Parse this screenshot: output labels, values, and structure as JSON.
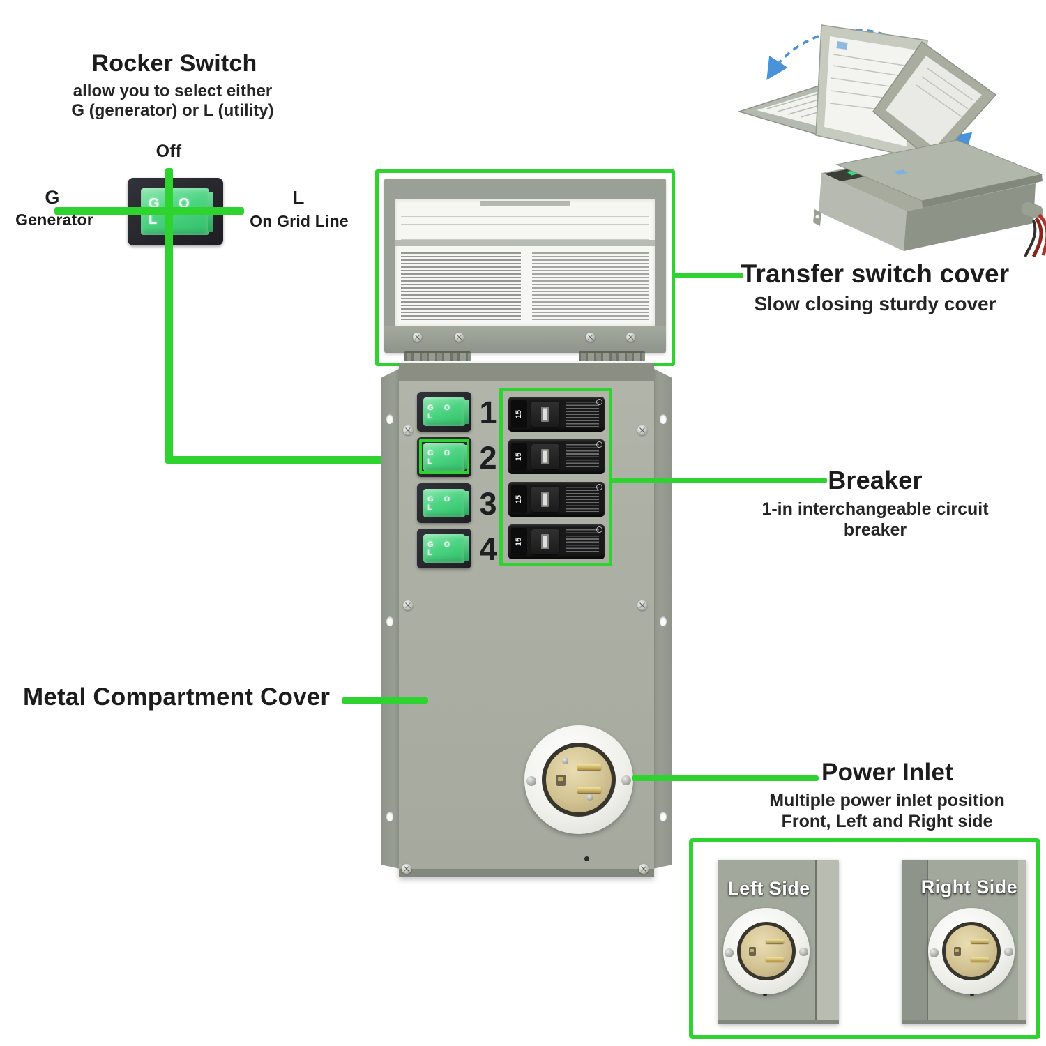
{
  "colors": {
    "accent_green": "#2fd32f",
    "arrow_blue": "#4b93d8"
  },
  "rocker_callout": {
    "title": "Rocker Switch",
    "desc_line1": "allow you to select either",
    "desc_line2": "G (generator) or L (utility)",
    "off_label": "Off",
    "generator_letter": "G",
    "generator_label": "Generator",
    "utility_letter": "L",
    "utility_label": "On Grid Line",
    "switch_face_text": "G O L"
  },
  "transfer_cover_callout": {
    "title": "Transfer switch cover",
    "subtitle": "Slow closing sturdy cover"
  },
  "breaker_callout": {
    "title": "Breaker",
    "subtitle_line1": "1-in interchangeable circuit",
    "subtitle_line2": "breaker"
  },
  "metal_cover_callout": {
    "title": "Metal Compartment Cover"
  },
  "power_inlet_callout": {
    "title": "Power Inlet",
    "subtitle_line1": "Multiple power inlet position",
    "subtitle_line2": "Front, Left and Right side"
  },
  "side_views": {
    "left_label": "Left Side",
    "right_label": "Right Side"
  },
  "device": {
    "channel_numbers": [
      "1",
      "2",
      "3",
      "4"
    ],
    "rocker_face_text": "G O L",
    "breaker_rating": "15"
  }
}
